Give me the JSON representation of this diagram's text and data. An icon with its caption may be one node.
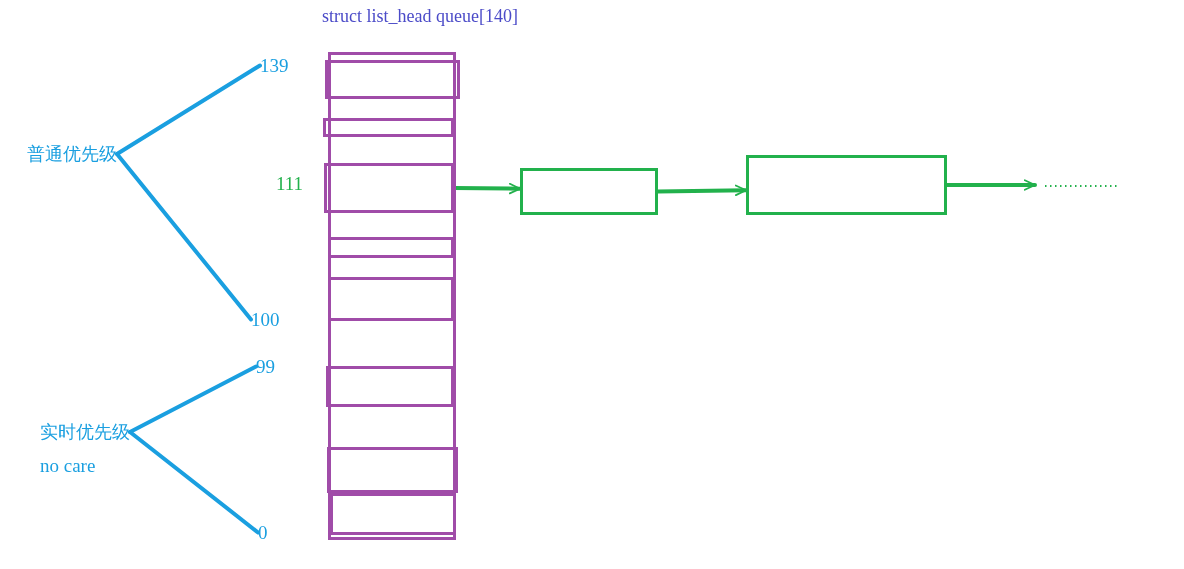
{
  "diagram": {
    "nodes": [
      {
        "text": [
          "struct list_head queue[140]"
        ]
      },
      {
        "text": [],
        "shape": "box",
        "in": 0
      },
      {
        "text": [],
        "shape": "box",
        "in": 0
      },
      {
        "text": [],
        "shape": "box",
        "in": 0
      },
      {
        "text": [],
        "shape": "box",
        "in": 0
      },
      {
        "text": [],
        "shape": "box",
        "in": 0
      },
      {
        "text": [],
        "shape": "box",
        "in": 0
      },
      {
        "text": [],
        "shape": "box",
        "in": 0
      },
      {
        "text": [],
        "shape": "box",
        "in": 0
      },
      {
        "text": [
          "139"
        ]
      },
      {
        "text": [
          "普通优先级"
        ]
      },
      {
        "text": [],
        "shape": "box"
      },
      {
        "text": [],
        "shape": "box"
      },
      {
        "text": [
          "100"
        ]
      },
      {
        "text": [
          "99"
        ]
      },
      {
        "text": [
          "实时优先级"
        ]
      },
      {
        "text": [
          "0"
        ]
      }
    ],
    "edges": [
      {
        "from": 10,
        "to": 9,
        "arrow": "none"
      },
      {
        "from": 10,
        "to": 13,
        "arrow": "none"
      },
      {
        "from": 3,
        "to": 11,
        "arrow": "to",
        "color": "#22b14c"
      },
      {
        "from": 11,
        "to": 12,
        "arrow": "to",
        "color": "#22b14c"
      },
      {
        "from": 12,
        "to": null,
        "arrow": "to",
        "color": "#22b14c"
      },
      {
        "from": 15,
        "to": 14,
        "arrow": "none"
      },
      {
        "from": 15,
        "to": 16,
        "arrow": "none"
      }
    ],
    "labels": [
      "111",
      "no care"
    ]
  }
}
